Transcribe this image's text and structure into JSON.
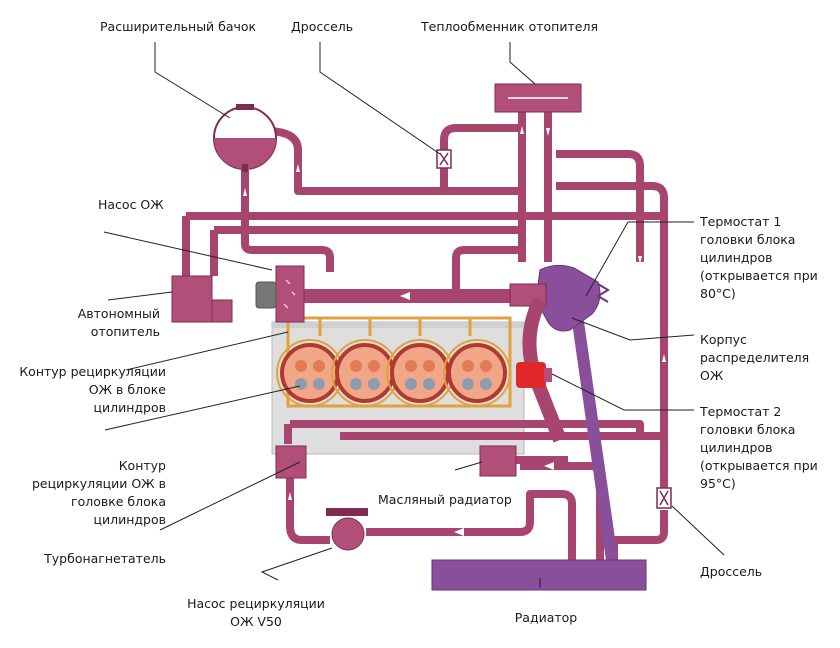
{
  "colors": {
    "coolant": "#a8456f",
    "coolant_dark": "#7e2c52",
    "coolant_fill": "#b24f79",
    "radiator": "#8a4f9b",
    "engine_block": "#dedede",
    "hot_circuit": "#e0a23c",
    "cylinder": "#f2a688",
    "cylinder_ring": "#b03a2e",
    "thermostat_hot": "#e0282a"
  },
  "labels": {
    "expansion_tank": "Расширительный бачок",
    "throttle_top": "Дроссель",
    "heater_core": "Теплообменник отопителя",
    "coolant_pump": "Насос ОЖ",
    "aux_heater_1": "Автономный",
    "aux_heater_2": "отопитель",
    "block_circuit_1": "Контур рециркуляции",
    "block_circuit_2": "ОЖ в блоке",
    "block_circuit_3": "цилиндров",
    "head_circuit_1": "Контур",
    "head_circuit_2": "рециркуляции ОЖ в",
    "head_circuit_3": "головке блока",
    "head_circuit_4": "цилиндров",
    "turbocharger": "Турбонагнетатель",
    "recirc_pump_1": "Насос рециркуляции",
    "recirc_pump_2": "ОЖ V50",
    "oil_cooler": "Масляный радиатор",
    "radiator": "Радиатор",
    "throttle_bottom": "Дроссель",
    "thermostat1_1": "Термостат 1",
    "thermostat1_2": "головки блока",
    "thermostat1_3": "цилиндров",
    "thermostat1_4": "(открывается при",
    "thermostat1_5": "80°C)",
    "distributor_1": "Корпус",
    "distributor_2": "распределителя",
    "distributor_3": "ОЖ",
    "thermostat2_1": "Термостат 2",
    "thermostat2_2": "головки блока",
    "thermostat2_3": "цилиндров",
    "thermostat2_4": "(открывается при",
    "thermostat2_5": "95°C)"
  }
}
